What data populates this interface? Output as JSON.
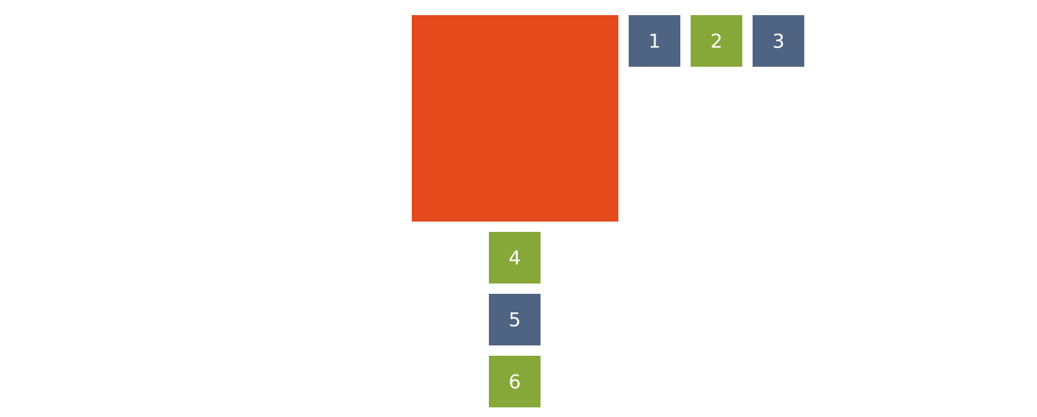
{
  "colors": {
    "orange": "#e4491c",
    "slate": "#4f6482",
    "green": "#86a839",
    "text": "#ffffff",
    "background": "#ffffff"
  },
  "big_square": {
    "color": "#e4491c"
  },
  "tiles": [
    {
      "label": "1",
      "color": "#4f6482"
    },
    {
      "label": "2",
      "color": "#86a839"
    },
    {
      "label": "3",
      "color": "#4f6482"
    },
    {
      "label": "4",
      "color": "#86a839"
    },
    {
      "label": "5",
      "color": "#4f6482"
    },
    {
      "label": "6",
      "color": "#86a839"
    }
  ]
}
